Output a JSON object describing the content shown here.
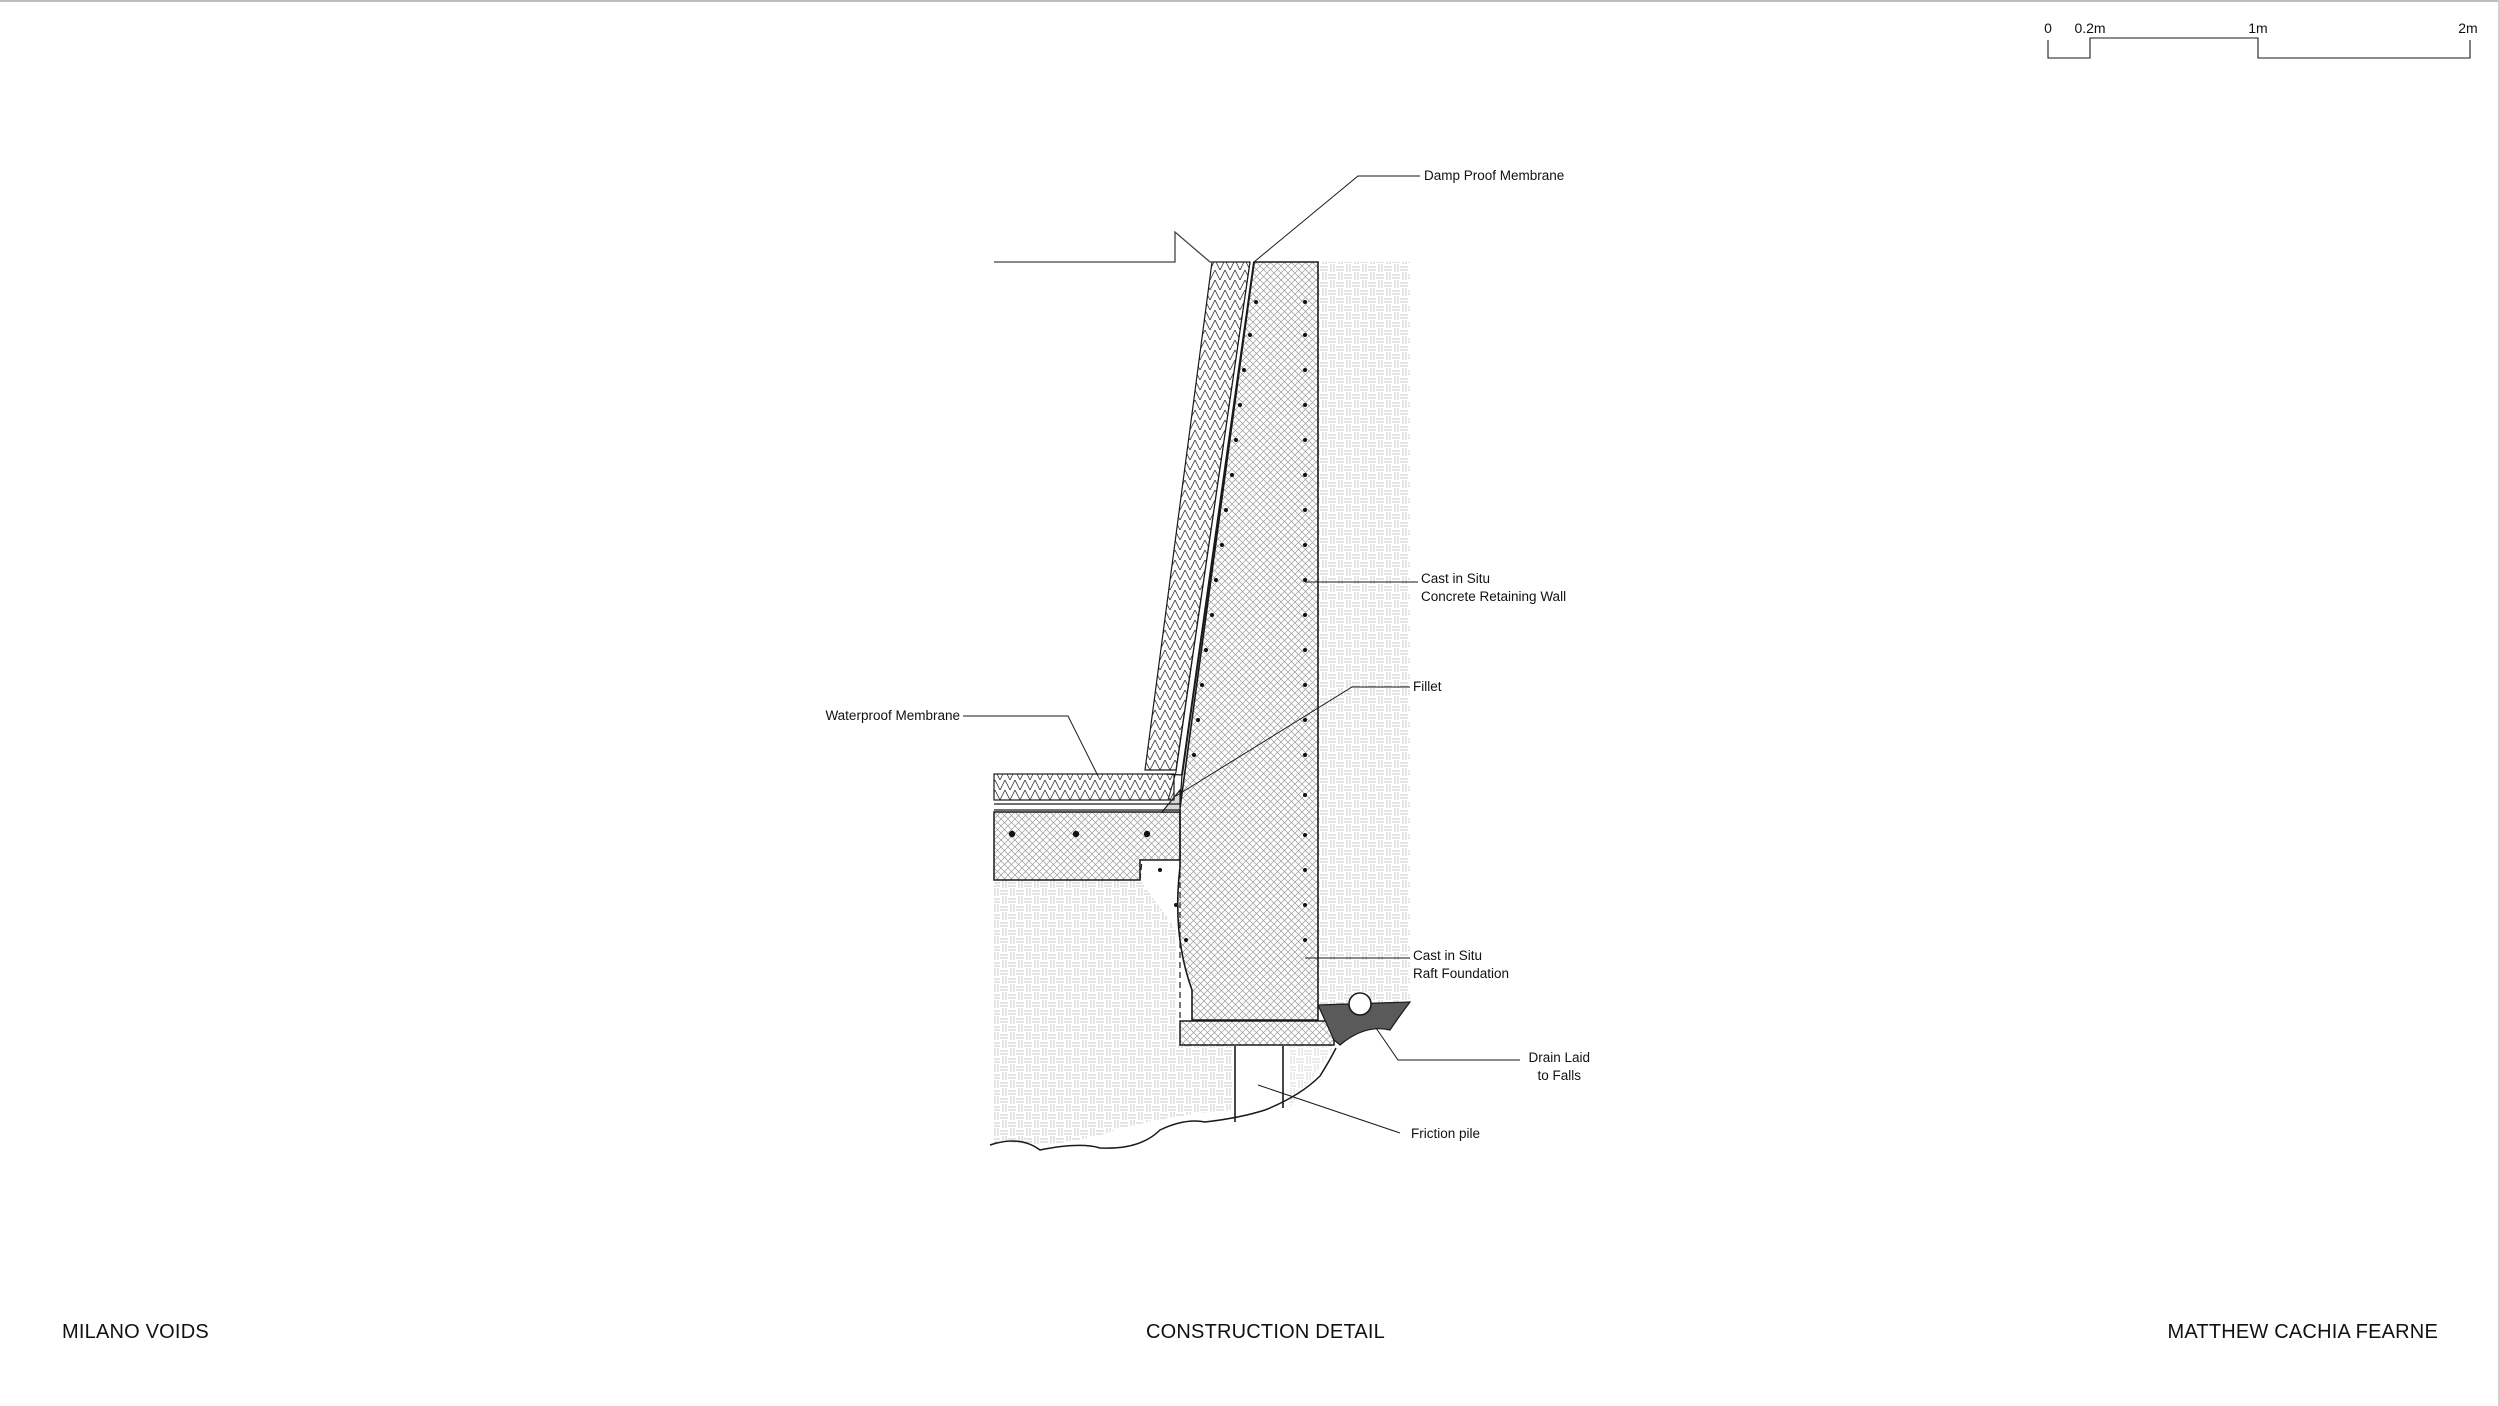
{
  "scale_bar": {
    "ticks": [
      "0",
      "0.2m",
      "1m",
      "2m"
    ]
  },
  "labels": {
    "damp_proof_membrane": "Damp Proof Membrane",
    "retaining_wall_1": "Cast in Situ",
    "retaining_wall_2": "Concrete Retaining Wall",
    "fillet": "Fillet",
    "waterproof_membrane": "Waterproof  Membrane",
    "raft_1": "Cast in Situ",
    "raft_2": "Raft Foundation",
    "drain_1": "Drain Laid",
    "drain_2": "to Falls",
    "friction_pile": "Friction pile"
  },
  "footer": {
    "project": "MILANO VOIDS",
    "sheet_title": "CONSTRUCTION DETAIL",
    "author": "MATTHEW CACHIA FEARNE"
  },
  "colors": {
    "line": "#1a1a1a",
    "soil_hatch": "#c9c9c9",
    "concrete_hatch": "#9a9a9a",
    "drain_fill": "#5a5a5a"
  }
}
